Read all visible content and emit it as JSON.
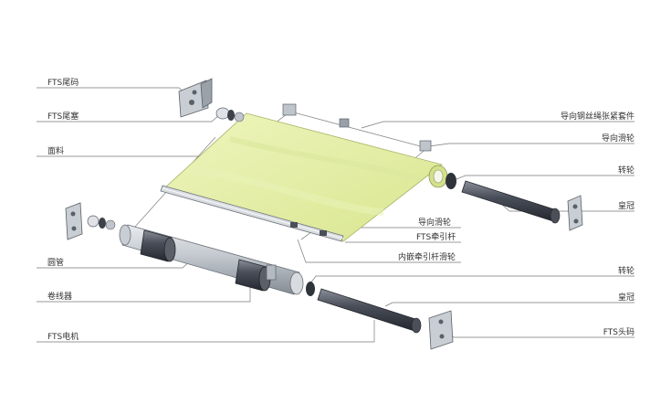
{
  "labels": {
    "tail_bracket": "FTS尾码",
    "tail_plug": "FTS尾塞",
    "fabric": "面料",
    "tube": "圆管",
    "winder": "卷线器",
    "motor": "FTS电机",
    "wire_tension_kit": "导向钢丝绳张紧套件",
    "guide_pulley_top": "导向滑轮",
    "idler_top": "转轮",
    "crown_top": "皇冠",
    "guide_pulley_bar": "导向滑轮",
    "traction_bar": "FTS牵引杆",
    "bar_inner_pulley": "内嵌牵引杆滑轮",
    "idler_bottom": "转轮",
    "crown_bottom": "皇冠",
    "head_bracket": "FTS头码"
  },
  "colors": {
    "fabric": "#e6f0a8",
    "line": "#6e6e6e",
    "metal": "#b9bfc6",
    "dark": "#3c4049"
  }
}
